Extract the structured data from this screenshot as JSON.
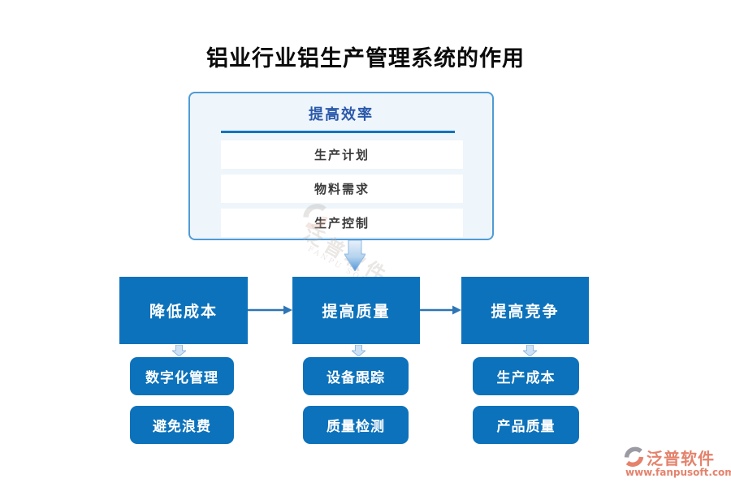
{
  "title": "铝业行业铝生产管理系统的作用",
  "efficiency_panel": {
    "header": "提高效率",
    "items": [
      "生产计划",
      "物料需求",
      "生产控制"
    ]
  },
  "flow_boxes": [
    {
      "label": "降低成本",
      "children": [
        "数字化管理",
        "避免浪费"
      ]
    },
    {
      "label": "提高质量",
      "children": [
        "设备跟踪",
        "质量检测"
      ]
    },
    {
      "label": "提高竞争",
      "children": [
        "生产成本",
        "产品质量"
      ]
    }
  ],
  "watermark": {
    "text": "泛普软件",
    "subtext": "FANPU SOFTWARE"
  },
  "brand": {
    "name": "泛普软件",
    "url": "www.fanpusoft.com"
  },
  "colors": {
    "primary_blue": "#0c72bb",
    "panel_bg": "#eef5fb",
    "panel_border": "#4f9bd5",
    "header_blue": "#2a58aa",
    "underline_blue": "#1373bb",
    "arrow_blue": "#2e75b6",
    "light_arrow_fill": "#cfe2f5",
    "light_arrow_stroke": "#8fb9e2",
    "brand_salmon": "#e4826c"
  }
}
